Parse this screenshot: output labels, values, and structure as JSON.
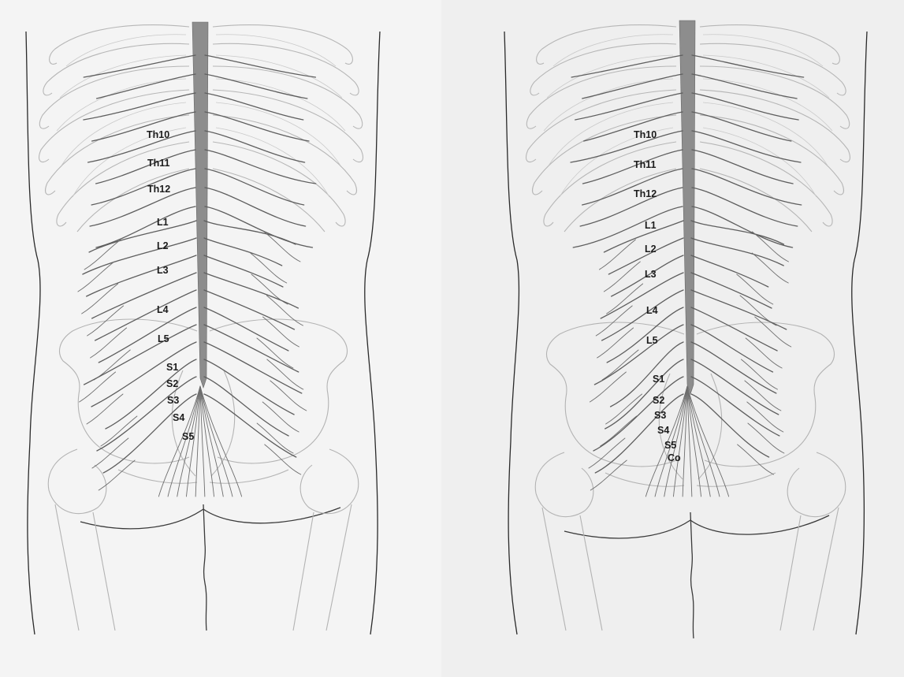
{
  "panels": [
    {
      "name": "left-panel",
      "labels": [
        "Th10",
        "Th11",
        "Th12",
        "L1",
        "L2",
        "L3",
        "L4",
        "L5",
        "S1",
        "S2",
        "S3",
        "S4",
        "S5"
      ]
    },
    {
      "name": "right-panel",
      "labels": [
        "Th10",
        "Th11",
        "Th12",
        "L1",
        "L2",
        "L3",
        "L4",
        "L5",
        "S1",
        "S2",
        "S3",
        "S4",
        "S5",
        "Co"
      ]
    }
  ],
  "colors": {
    "background": "#f4f4f4",
    "outline": "#2a2a2a",
    "skeleton": "#b6b6b6",
    "nerve": "#5e5e5e",
    "spinal_cord": "#8d8d8d"
  }
}
